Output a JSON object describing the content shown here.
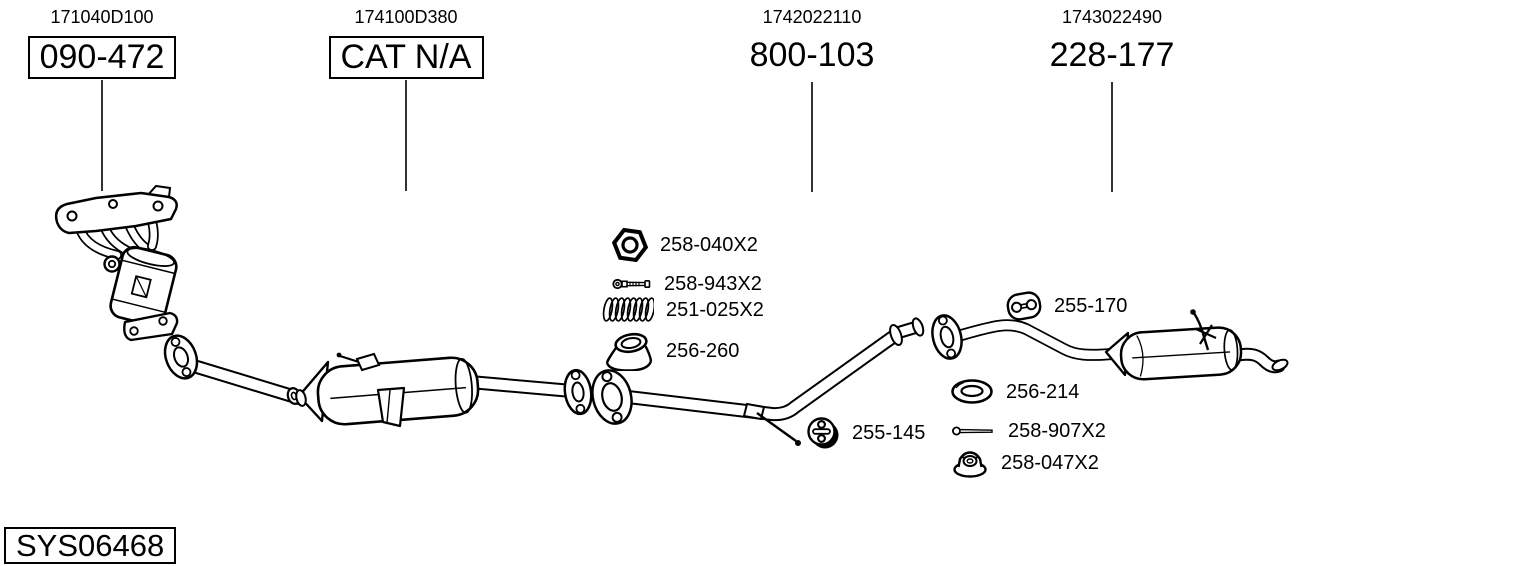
{
  "canvas": {
    "background": "#ffffff",
    "ink": "#000000"
  },
  "system_code": "SYS06468",
  "sections": [
    {
      "ref_number": "171040D100",
      "part_code": "090-472",
      "boxed": true
    },
    {
      "ref_number": "174100D380",
      "part_code": "CAT N/A",
      "boxed": true
    },
    {
      "ref_number": "1742022110",
      "part_code": "800-103",
      "boxed": false
    },
    {
      "ref_number": "1743022490",
      "part_code": "228-177",
      "boxed": false
    }
  ],
  "parts": [
    {
      "part_code": "258-040X2",
      "icon": "hex-nut"
    },
    {
      "part_code": "258-943X2",
      "icon": "bolt"
    },
    {
      "part_code": "251-025X2",
      "icon": "coil-spring"
    },
    {
      "part_code": "256-260",
      "icon": "flared-gasket"
    },
    {
      "part_code": "255-145",
      "icon": "rubber-hanger-round"
    },
    {
      "part_code": "255-170",
      "icon": "rubber-hanger-block"
    },
    {
      "part_code": "256-214",
      "icon": "ring-gasket"
    },
    {
      "part_code": "258-907X2",
      "icon": "long-bolt"
    },
    {
      "part_code": "258-047X2",
      "icon": "flange-nut"
    }
  ]
}
